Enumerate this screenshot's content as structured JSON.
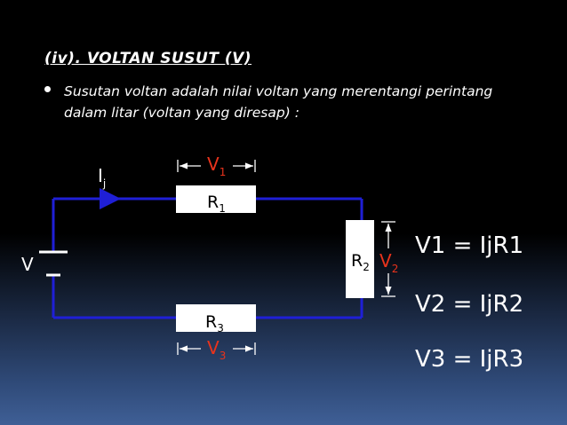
{
  "heading": "(iv).   VOLTAN SUSUT (V)",
  "bullet": "Susutan voltan adalah nilai voltan yang merentangi perintang dalam litar (voltan yang diresap) :",
  "circuit": {
    "current": {
      "main": "I",
      "sub": "j"
    },
    "source": "V",
    "r1": {
      "main": "R",
      "sub": "1"
    },
    "r2": {
      "main": "R",
      "sub": "2"
    },
    "r3": {
      "main": "R",
      "sub": "3"
    },
    "v1": {
      "main": "V",
      "sub": "1"
    },
    "v2": {
      "main": "V",
      "sub": "2"
    },
    "v3": {
      "main": "V",
      "sub": "3"
    }
  },
  "equations": [
    "V1 = IjR1",
    "V2 = IjR2",
    "V3 = IjR3"
  ],
  "colors": {
    "wire": "#1f1fd6",
    "voltage_label": "#e8331c",
    "text": "#ffffff"
  }
}
